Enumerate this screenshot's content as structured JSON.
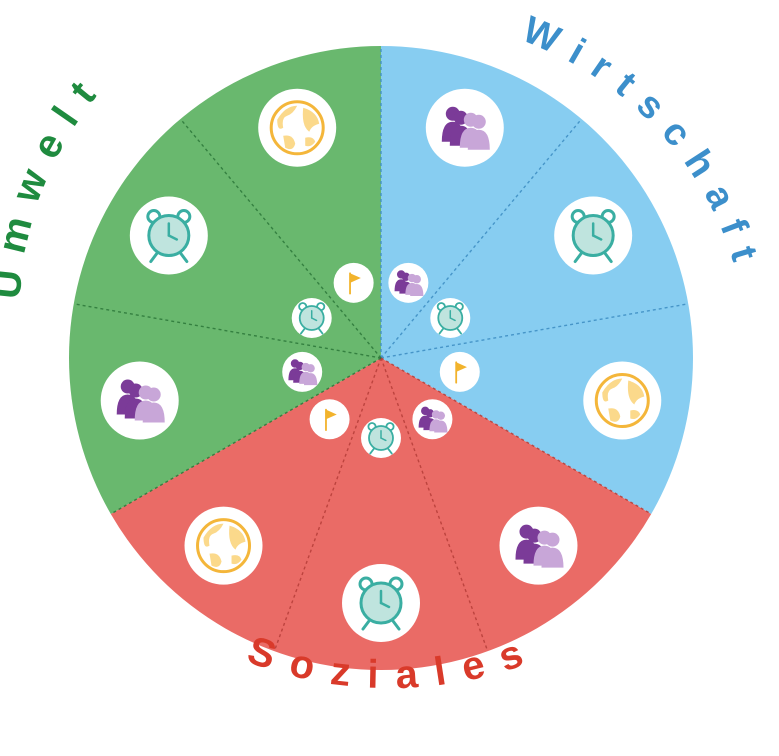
{
  "labels": {
    "umwelt": "Umwelt",
    "wirtschaft": "Wirtschaft",
    "soziales": "Soziales"
  },
  "colors": {
    "umwelt": "#69b86e",
    "wirtschaft": "#87cdf1",
    "soziales": "#ea6b66",
    "umwelt_text": "#1f8b3f",
    "wirtschaft_text": "#3c8fcb",
    "soziales_text": "#d93a2a",
    "globe": "#f4b63a",
    "globe_fill": "#fbd98b",
    "clock": "#3aaea2",
    "clock_fill": "#bfe4de",
    "people_dark": "#7b3b98",
    "people_light": "#c8a6d8",
    "flag": "#f2b32c"
  },
  "icons": {
    "outer": [
      "globe-icon",
      "alarm-clock-icon",
      "people-icon"
    ],
    "inner": [
      "flag-icon",
      "alarm-clock-icon",
      "people-icon"
    ]
  }
}
